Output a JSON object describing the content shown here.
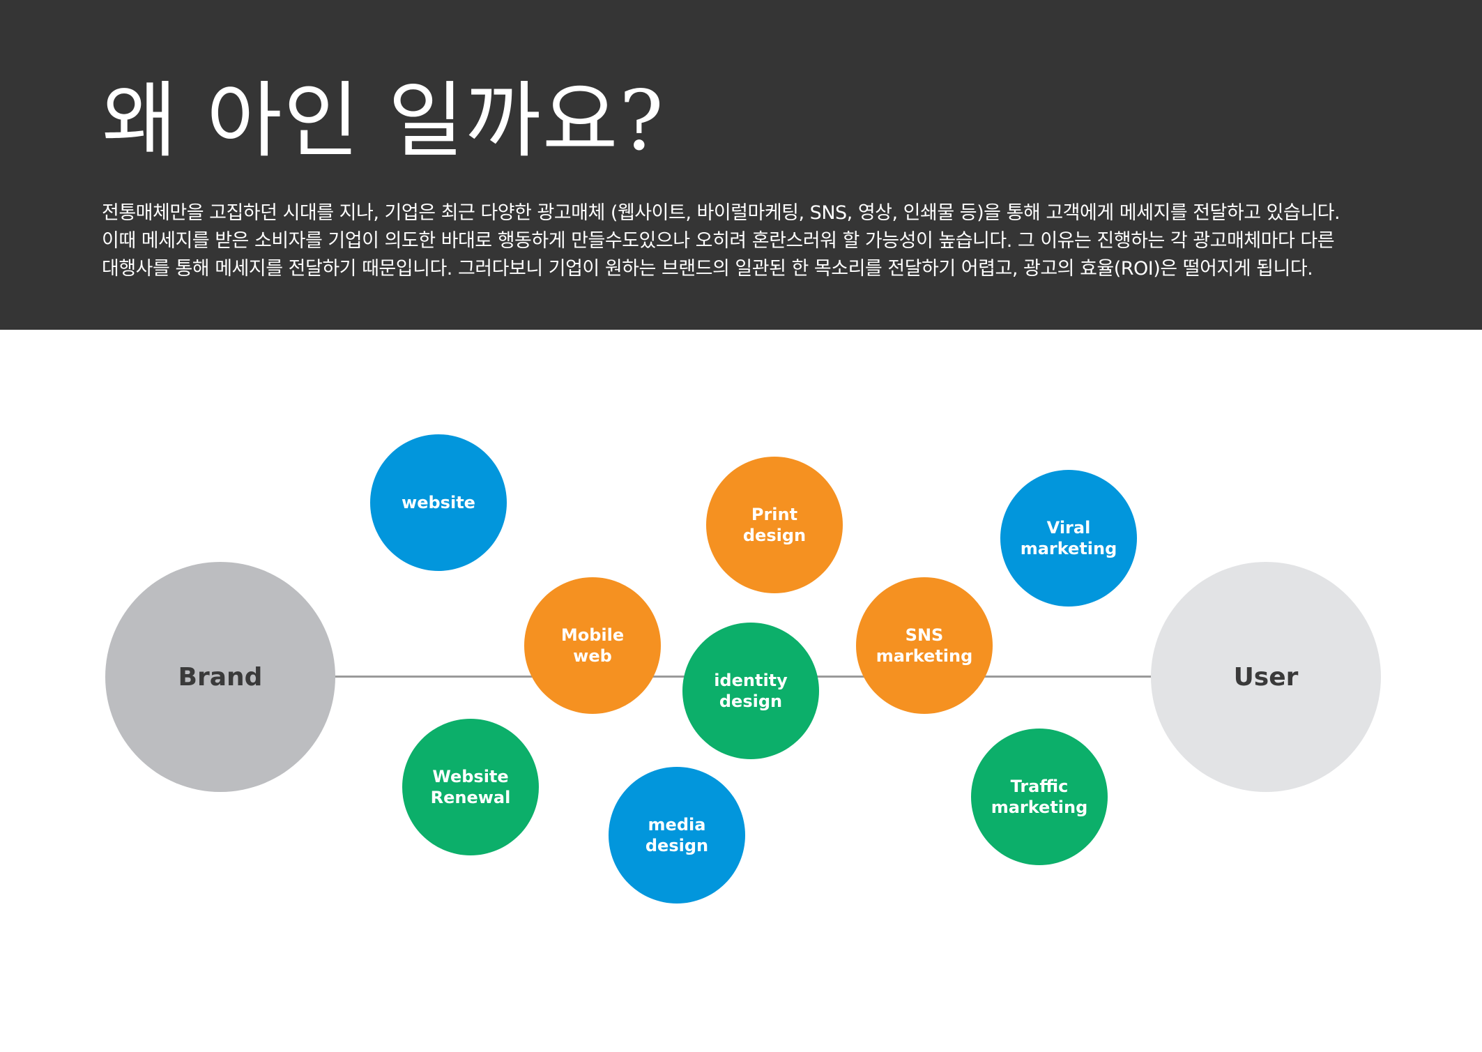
{
  "header": {
    "title": "왜 아인 일까요?",
    "intro_lines": [
      "전통매체만을 고집하던 시대를 지나, 기업은 최근 다양한 광고매체 (웹사이트, 바이럴마케팅, SNS, 영상, 인쇄물 등)을 통해 고객에게 메세지를 전달하고 있습니다.",
      "이때 메세지를 받은 소비자를 기업이 의도한 바대로 행동하게 만들수도있으나 오히려 혼란스러워 할 가능성이 높습니다. 그 이유는 진행하는 각 광고매체마다 다른",
      "대행사를 통해 메세지를 전달하기 때문입니다. 그러다보니 기업이 원하는 브랜드의 일관된 한 목소리를 전달하기 어렵고, 광고의 효율(ROI)은 떨어지게 됩니다."
    ]
  },
  "diagram": {
    "ends": {
      "brand": "Brand",
      "user": "User"
    },
    "nodes": {
      "website": "website",
      "print_design": "Print\ndesign",
      "viral_marketing": "Viral\nmarketing",
      "mobile_web": "Mobile\nweb",
      "identity_design": "identity\ndesign",
      "sns_marketing": "SNS\nmarketing",
      "website_renewal": "Website\nRenewal",
      "media_design": "media\ndesign",
      "traffic_marketing": "Traffic\nmarketing"
    },
    "colors": {
      "header_bg": "#353535",
      "blue": "#0296dc",
      "orange": "#f59121",
      "green": "#0caf6a",
      "brand_gray": "#bcbdc0",
      "user_gray": "#e2e3e5",
      "connector": "#9a9a9a"
    }
  }
}
